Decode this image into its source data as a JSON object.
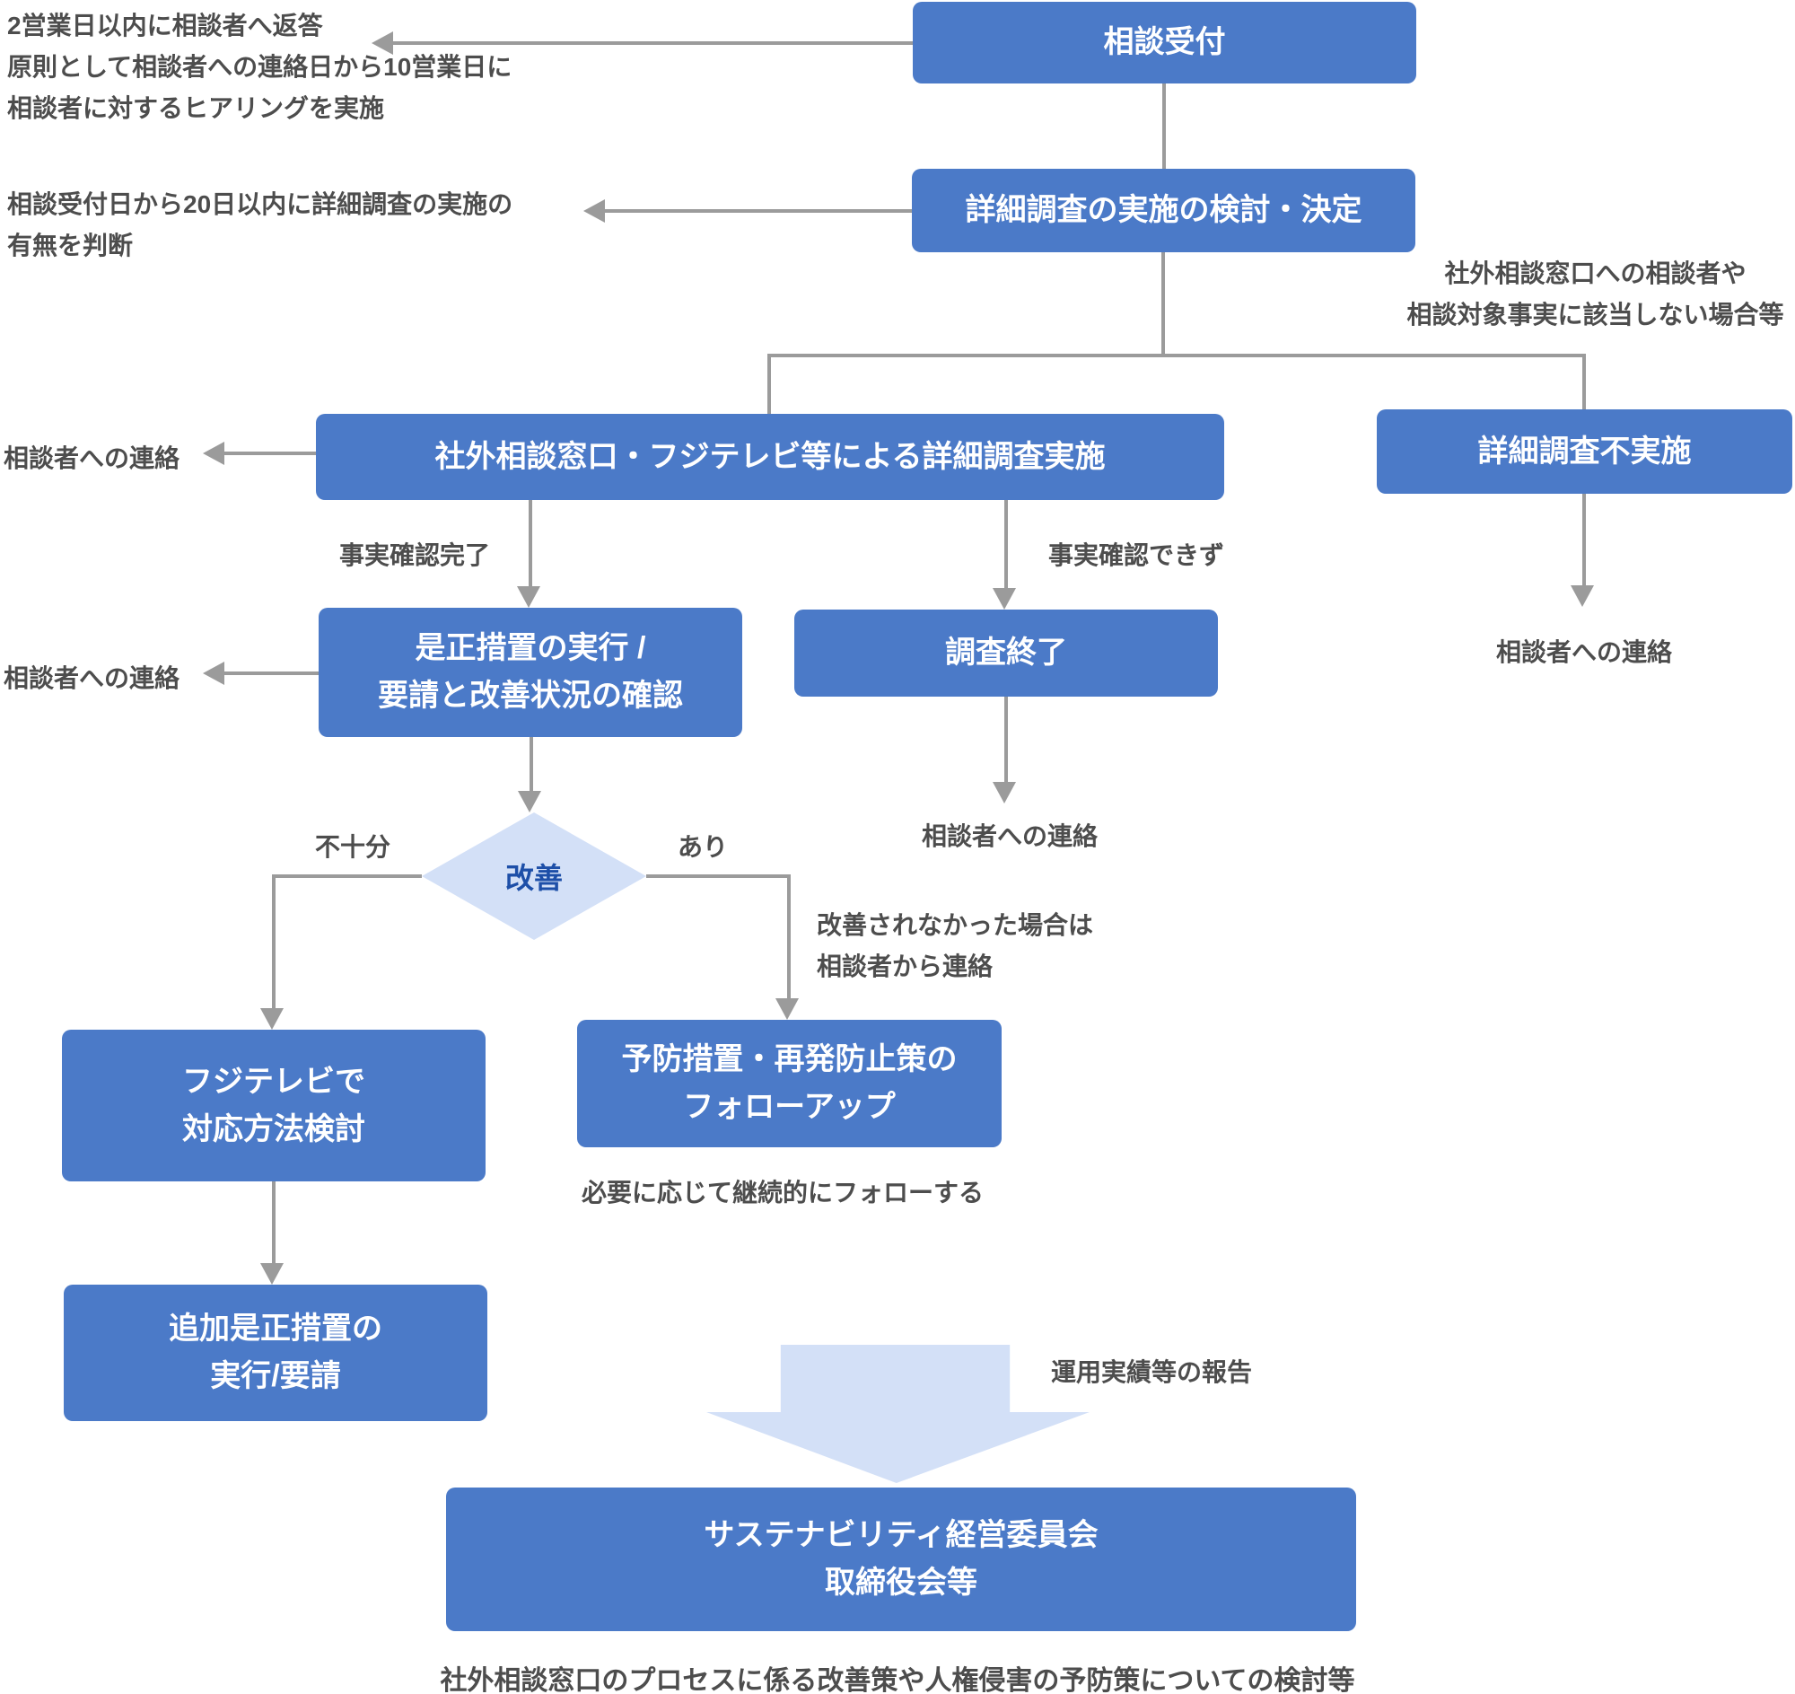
{
  "colors": {
    "box_blue": "#4b7ac8",
    "light_blue": "#d3e0f7",
    "line_gray": "#9b9b9b",
    "note_gray": "#4d4d4d",
    "decision_blue": "#1d4fa8",
    "box_text": "#ffffff"
  },
  "nodes": {
    "reception": {
      "label": "相談受付"
    },
    "decide": {
      "label": "詳細調査の実施の検討・決定"
    },
    "investigation": {
      "label": "社外相談窓口・フジテレビ等による詳細調査実施"
    },
    "no_investigation": {
      "label": "詳細調査不実施"
    },
    "corrective": {
      "label": "是正措置の実行 /\n要請と改善状況の確認"
    },
    "end": {
      "label": "調査終了"
    },
    "fuji": {
      "label": "フジテレビで\n対応方法検討"
    },
    "prevention": {
      "label": "予防措置・再発防止策の\nフォローアップ"
    },
    "additional": {
      "label": "追加是正措置の\n実行/要請"
    },
    "committee": {
      "label": "サステナビリティ経営委員会\n取締役会等"
    }
  },
  "decision": {
    "label": "改善"
  },
  "edge_labels": {
    "fact_confirmed": "事実確認完了",
    "fact_not_confirmed": "事実確認できず",
    "insufficient": "不十分",
    "improved": "あり",
    "operation_report": "運用実績等の報告"
  },
  "annotations": {
    "reception_note": "2営業日以内に相談者へ返答\n原則として相談者への連絡日から10営業日に\n相談者に対するヒアリングを実施",
    "decide_note": "相談受付日から20日以内に詳細調査の実施の\n有無を判断",
    "no_investigation_note": "社外相談窓口への相談者や\n相談対象事実に該当しない場合等",
    "contact_investigation": "相談者への連絡",
    "contact_corrective": "相談者への連絡",
    "contact_no_investigation": "相談者への連絡",
    "contact_end": "相談者への連絡",
    "not_improved_note": "改善されなかった場合は\n相談者から連絡",
    "followup_note": "必要に応じて継続的にフォローする",
    "committee_note": "社外相談窓口のプロセスに係る改善策や人権侵害の予防策についての検討等"
  }
}
